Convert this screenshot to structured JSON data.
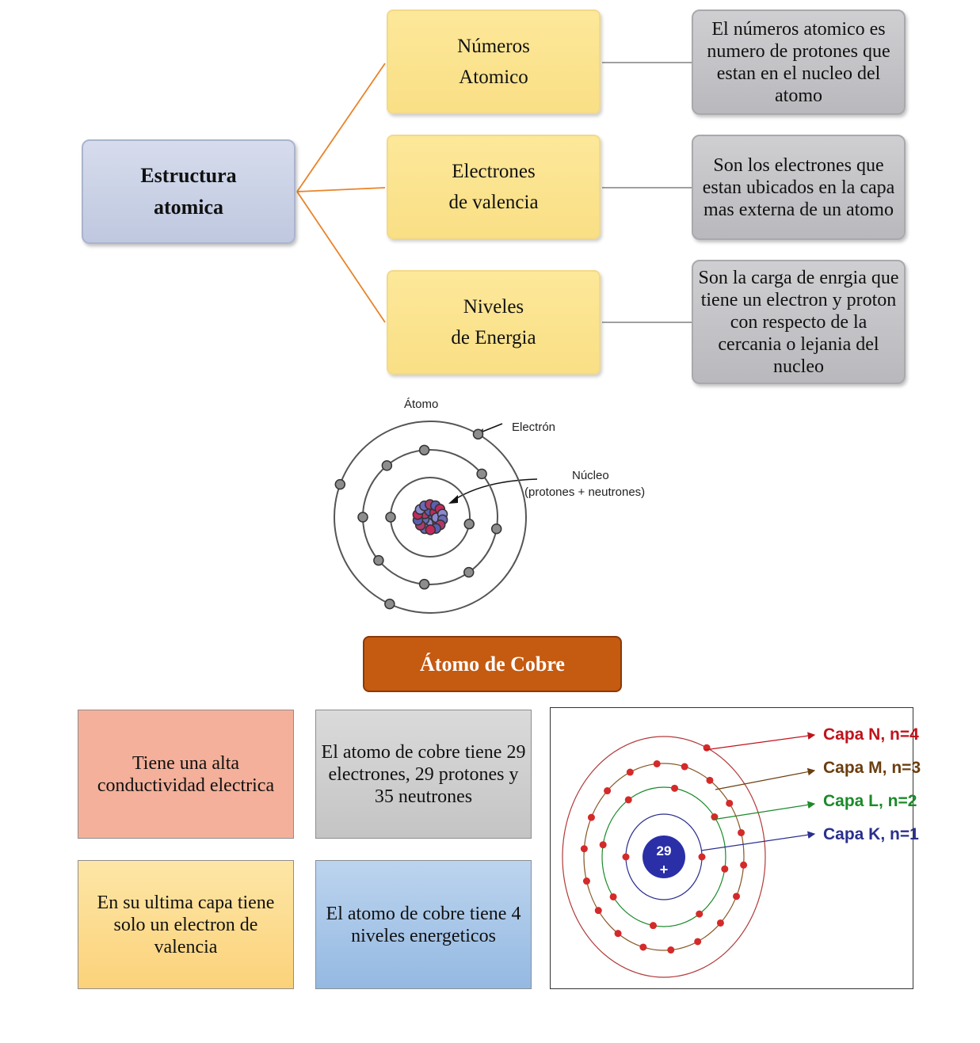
{
  "concept_map": {
    "root": "Estructura\natomica",
    "branches": [
      {
        "label": "Números\nAtomico",
        "description": "El números atomico es numero de protones que estan en el nucleo del atomo"
      },
      {
        "label": "Electrones\nde valencia",
        "description": "Son los electrones que estan ubicados en la capa mas externa de un atomo"
      },
      {
        "label": "Niveles\nde Energia",
        "description": "Son la carga de enrgia que tiene un electron y proton con respecto de la cercania o lejania del nucleo"
      }
    ]
  },
  "atom_figure": {
    "title": "Átomo",
    "electron_label": "Electrón",
    "nucleus_label_1": "Núcleo",
    "nucleus_label_2": "(protones + neutrones)"
  },
  "copper": {
    "title": "Átomo de Cobre",
    "facts": [
      "Tiene una alta conductividad electrica",
      "El atomo de cobre tiene 29 electrones, 29 protones y 35 neutrones",
      "En su ultima capa tiene solo un electron de valencia",
      "El atomo de cobre tiene 4 niveles energeticos"
    ],
    "nucleus_number": "29",
    "nucleus_sign": "+",
    "shells": [
      {
        "label": "Capa N, n=4",
        "color": "#c0121b"
      },
      {
        "label": "Capa M, n=3",
        "color": "#6b3e10"
      },
      {
        "label": "Capa L, n=2",
        "color": "#1b8a2a"
      },
      {
        "label": "Capa K, n=1",
        "color": "#2a2f8c"
      }
    ]
  },
  "colors": {
    "root_box": "#c7cfe5",
    "branch_box": "#fbe38e",
    "description_box": "#c3c3c6",
    "title_box": "#c55a11",
    "fact_salmon": "#f4b09a",
    "fact_gray": "#d0d0d0",
    "fact_yellow": "#fcd98a",
    "fact_blue": "#a9c6e6",
    "connector_orange": "#e8842a",
    "connector_gray": "#a0a0a0"
  }
}
